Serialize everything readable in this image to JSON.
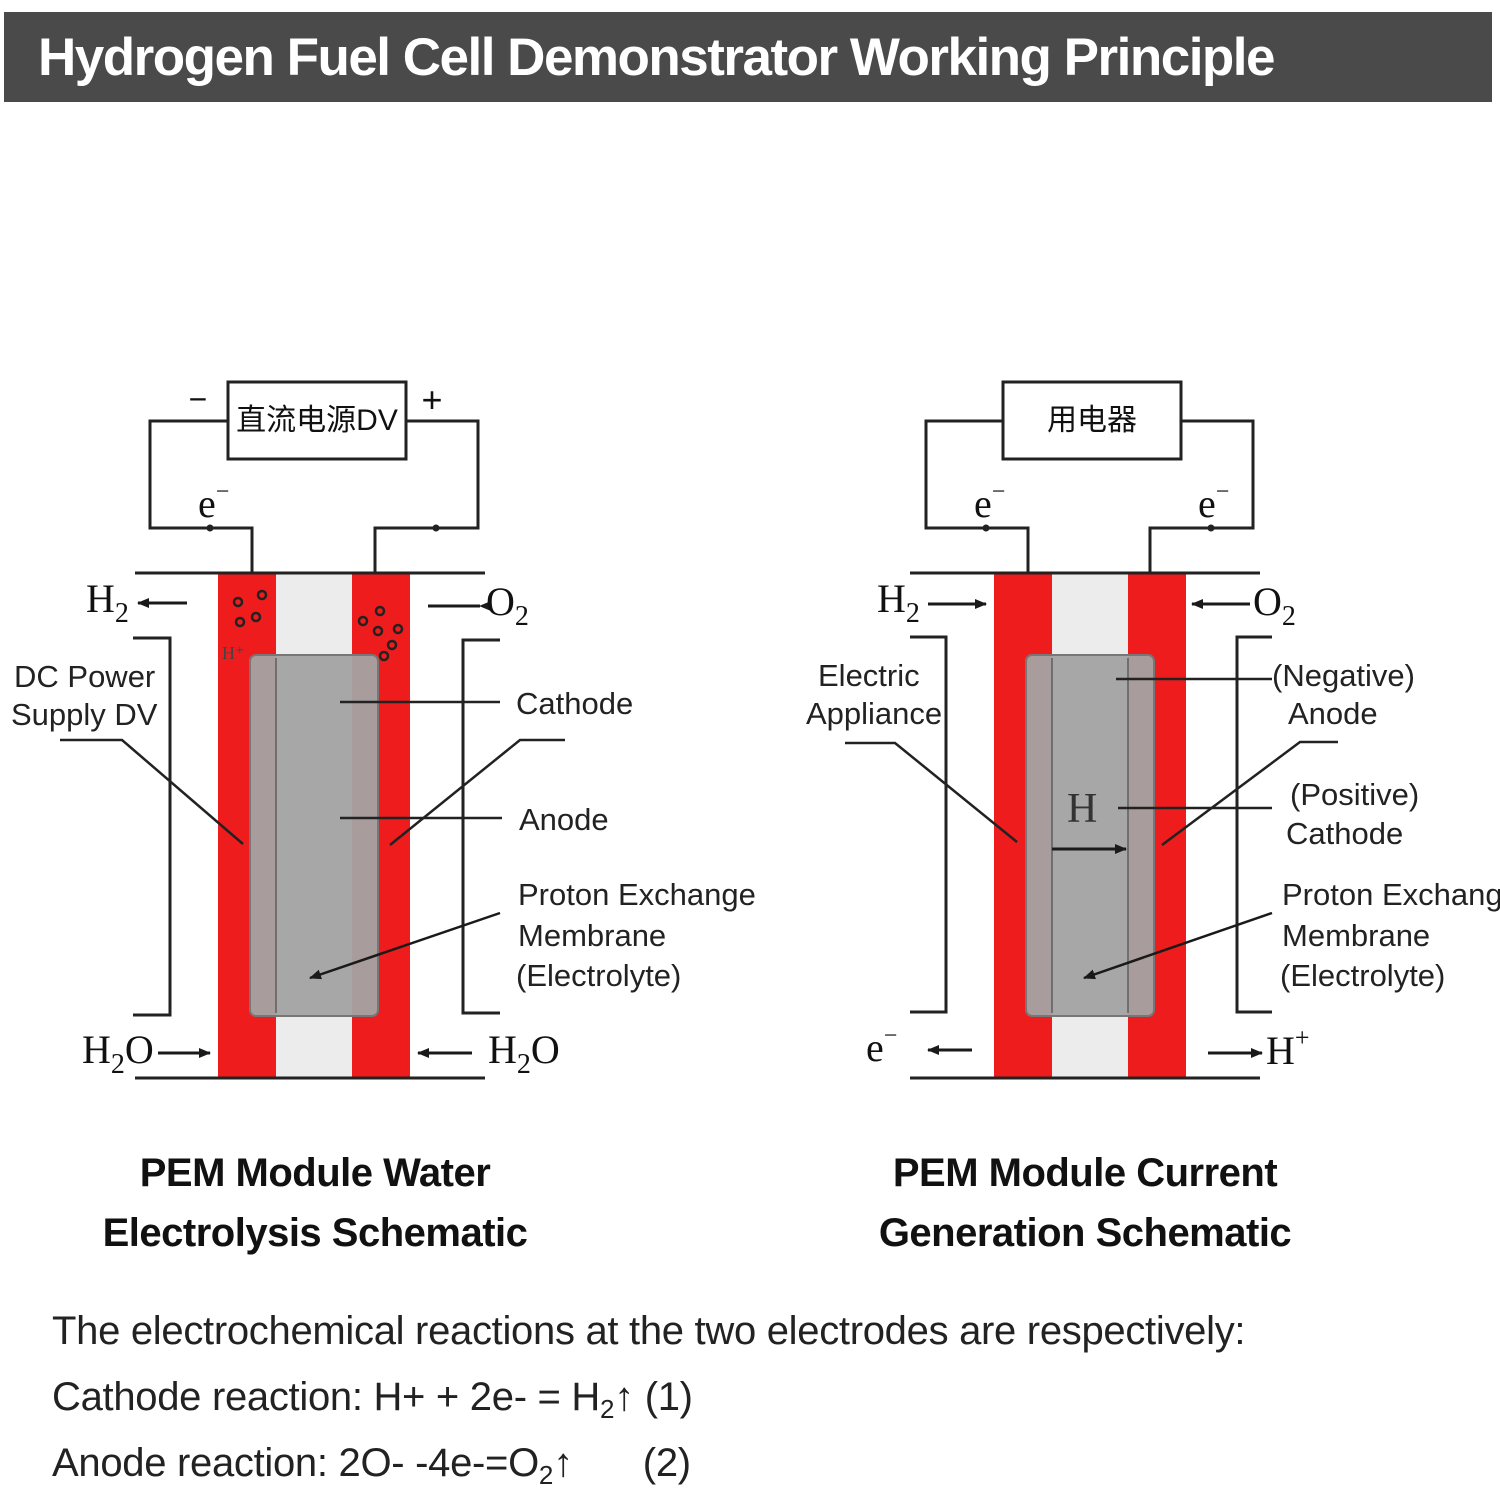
{
  "header": {
    "title": "Hydrogen Fuel Cell Demonstrator Working Principle"
  },
  "colors": {
    "header_bg": "#4a4a4a",
    "electrode_red": "#ee1c1c",
    "membrane_gray": "#a3a3a3",
    "channel_light": "#ededed",
    "wire": "#222222"
  },
  "left": {
    "box_label": "直流电源DV",
    "minus": "−",
    "plus": "+",
    "electron": "e",
    "electron_sup": "−",
    "h2_label": "H",
    "h2_sub": "2",
    "o2_label": "O",
    "o2_sub": "2",
    "h2o_left": "H",
    "h2o_left_sub": "2",
    "h2o_left_o": "O",
    "h2o_right": "H",
    "h2o_right_sub": "2",
    "h2o_right_o": "O",
    "ion_label": "H⁺",
    "label_source_1": "DC Power",
    "label_source_2": "Supply DV",
    "label_cathode": "Cathode",
    "label_anode": "Anode",
    "label_pem_1": "Proton Exchange",
    "label_pem_2": "Membrane",
    "label_pem_3": "(Electrolyte)",
    "caption_1": "PEM Module Water",
    "caption_2": "Electrolysis Schematic"
  },
  "right": {
    "box_label": "用电器",
    "electron_left": "e",
    "electron_right": "e",
    "electron_sup": "−",
    "h2_label": "H",
    "h2_sub": "2",
    "o2_label": "O",
    "o2_sub": "2",
    "bottom_left": "e",
    "bottom_left_sup": "−",
    "bottom_right": "H",
    "bottom_right_sup": "+",
    "center_h": "H",
    "label_appliance_1": "Electric",
    "label_appliance_2": "Appliance",
    "label_anode_1": "(Negative)",
    "label_anode_2": "Anode",
    "label_cathode_1": "(Positive)",
    "label_cathode_2": "Cathode",
    "label_pem_1": "Proton Exchange",
    "label_pem_2": "Membrane",
    "label_pem_3": "(Electrolyte)",
    "caption_1": "PEM Module Current",
    "caption_2": "Generation Schematic"
  },
  "reactions": {
    "intro": "The electrochemical reactions at the two electrodes are respectively:",
    "cathode_prefix": "Cathode reaction: H+ + 2e- = H",
    "cathode_sub": "2",
    "cathode_arrow": "↑",
    "cathode_num": "(1)",
    "anode_prefix": "Anode reaction: 2O- -4e-=O",
    "anode_sub": "2",
    "anode_arrow": "↑",
    "anode_num": "(2)"
  }
}
